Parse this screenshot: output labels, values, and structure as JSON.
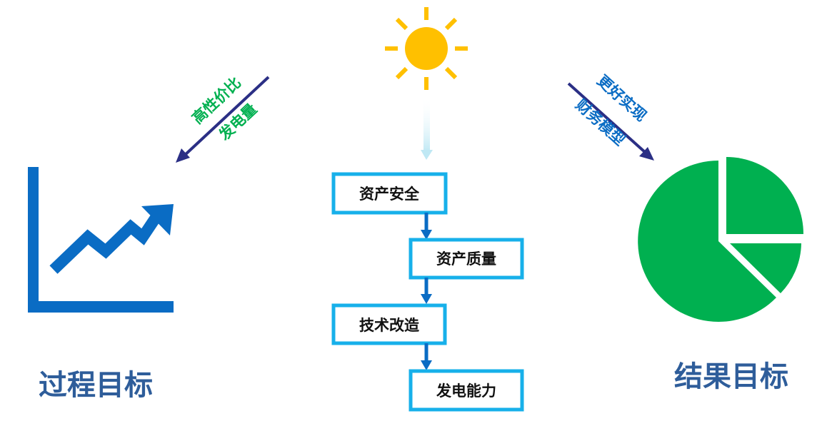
{
  "colors": {
    "blue": "#0a6cc4",
    "green": "#00b050",
    "navy": "#2b2f85",
    "sun": "#ffc000",
    "box_border": "#17b0ea",
    "goal_text": "#2e5d9a",
    "connector": "#0a6cc4",
    "sun_ray_arrow": "#cfeef7"
  },
  "icons": {
    "left": "line-chart-icon",
    "top": "sun-icon",
    "right": "pie-chart-icon"
  },
  "left_goal": {
    "label": "过程目标",
    "annotation_line1": "高性价比",
    "annotation_line2": "发电量"
  },
  "right_goal": {
    "label": "结果目标",
    "annotation_line1": "更好实现",
    "annotation_line2": "财务模型"
  },
  "flow": {
    "steps": [
      "资产安全",
      "资产质量",
      "技术改造",
      "发电能力"
    ]
  }
}
